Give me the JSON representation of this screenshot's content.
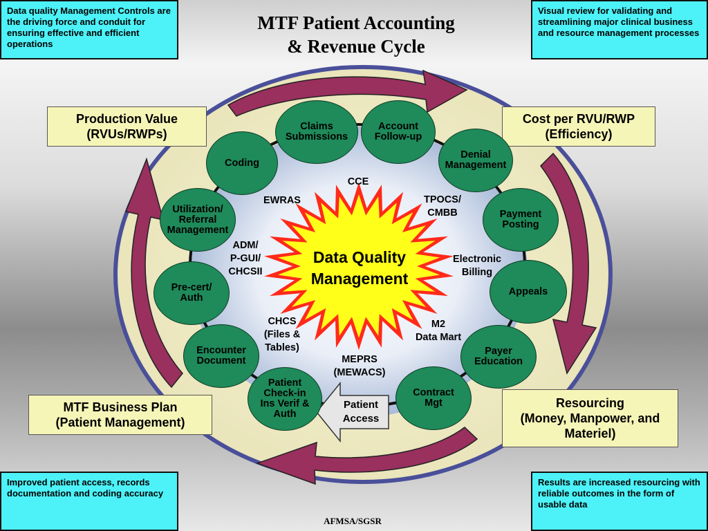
{
  "title": {
    "line1": "MTF Patient Accounting",
    "line2": "& Revenue Cycle"
  },
  "corner_notes": {
    "top_left": "Data quality Management Controls are  the driving force and conduit for ensuring effective and efficient operations",
    "top_right": "Visual review for validating and streamlining major clinical business and resource management  processes",
    "bottom_left": "Improved patient access, records documentation and coding accuracy",
    "bottom_right": "Results are increased resourcing with reliable outcomes in the form of usable data"
  },
  "side_boxes": {
    "production_value": {
      "line1": "Production Value",
      "line2": "(RVUs/RWPs)"
    },
    "cost_per_rvu": {
      "line1": "Cost per RVU/RWP",
      "line2": "(Efficiency)"
    },
    "business_plan": {
      "line1": "MTF Business Plan",
      "line2": "(Patient Management)"
    },
    "resourcing": {
      "line1": "Resourcing",
      "line2": "(Money, Manpower, and",
      "line3": "Materiel)"
    }
  },
  "cycle_nodes": [
    "Claims\nSubmissions",
    "Account\nFollow-up",
    "Denial\nManagement",
    "Payment\nPosting",
    "Appeals",
    "Payer\nEducation",
    "Contract\nMgt",
    "Patient\nCheck-in\nIns Verif &\nAuth",
    "Encounter\nDocument",
    "Pre-cert/\nAuth",
    "Utilization/\nReferral\nManagement",
    "Coding"
  ],
  "systems": {
    "cce": "CCE",
    "tpocs": "TPOCS/\nCMBB",
    "electronic_billing": "Electronic\nBilling",
    "m2": "M2\nData Mart",
    "meprs": "MEPRS\n(MEWACS)",
    "chcs": "CHCS\n(Files &\nTables)",
    "adm": "ADM/\nP-GUI/\nCHCSII",
    "ewras": "EWRAS"
  },
  "center": {
    "line1": "Data Quality",
    "line2": "Management"
  },
  "patient_access": {
    "line1": "Patient",
    "line2": "Access"
  },
  "footer": "AFMSA/SGSR",
  "colors": {
    "node_fill": "#1f8a5a",
    "burst_outer": "#ff2a1a",
    "burst_inner": "#ffff1a",
    "corner_box": "#4cf2f7",
    "side_box": "#f6f5b8",
    "ring": "#4a4f9a",
    "arrow_fill": "#99305e"
  }
}
